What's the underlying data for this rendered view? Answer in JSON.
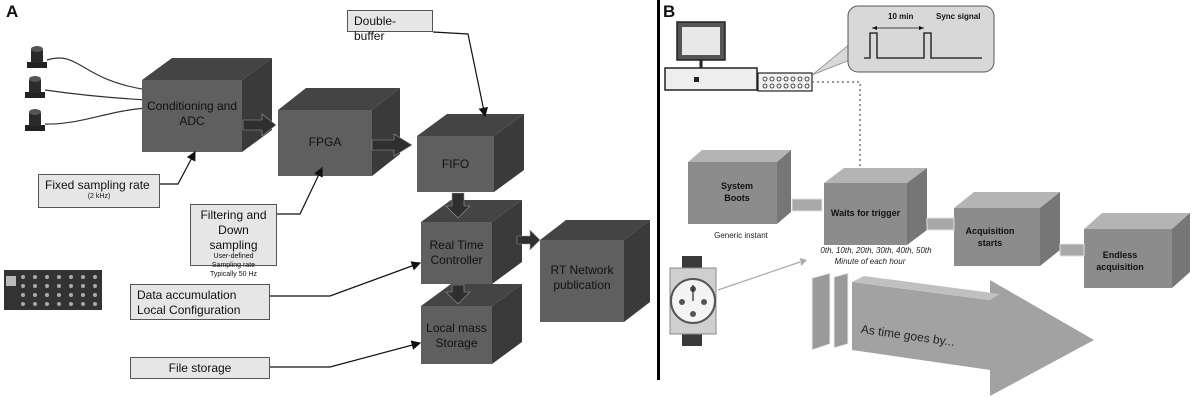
{
  "panel_a": {
    "letter": "A",
    "double_buffer": "Double-buffer",
    "cubes": {
      "conditioning": "Conditioning and ADC",
      "fpga": "FPGA",
      "fifo": "FIFO",
      "rtc": "Real Time Controller",
      "rt_network": "RT Network publication",
      "local_mass": "Local mass Storage"
    },
    "fixed_rate": "Fixed sampling rate",
    "fixed_rate_sub": "(2 kHz)",
    "filtering": "Filtering and Down sampling",
    "filtering_sub1": "User-defined",
    "filtering_sub2": "Sampling rate",
    "filtering_sub3": "Typically 50 Hz",
    "data_acc": "Data accumulation",
    "local_config": "Local Configuration",
    "file_storage": "File storage"
  },
  "panel_b": {
    "letter": "B",
    "interval": "10 min",
    "sync": "Sync signal",
    "cubes": {
      "boots": "System Boots",
      "waits": "Waits for trigger",
      "acq_starts": "Acquisition starts",
      "endless": "Endless acquisition"
    },
    "generic": "Generic instant",
    "minutes": "0th, 10th, 20th, 30th, 40th, 50th",
    "minute_of_hour": "Minute of each hour",
    "time_arrow": "As time goes by..."
  },
  "colors": {
    "cube_front_a": "#5f5f5f",
    "cube_top_a": "#444444",
    "cube_side_a": "#3a3a3a",
    "cube_front_b": "#8c8c8c",
    "cube_top_b": "#b4b4b4",
    "cube_side_b": "#767676",
    "divider": "#000000"
  }
}
